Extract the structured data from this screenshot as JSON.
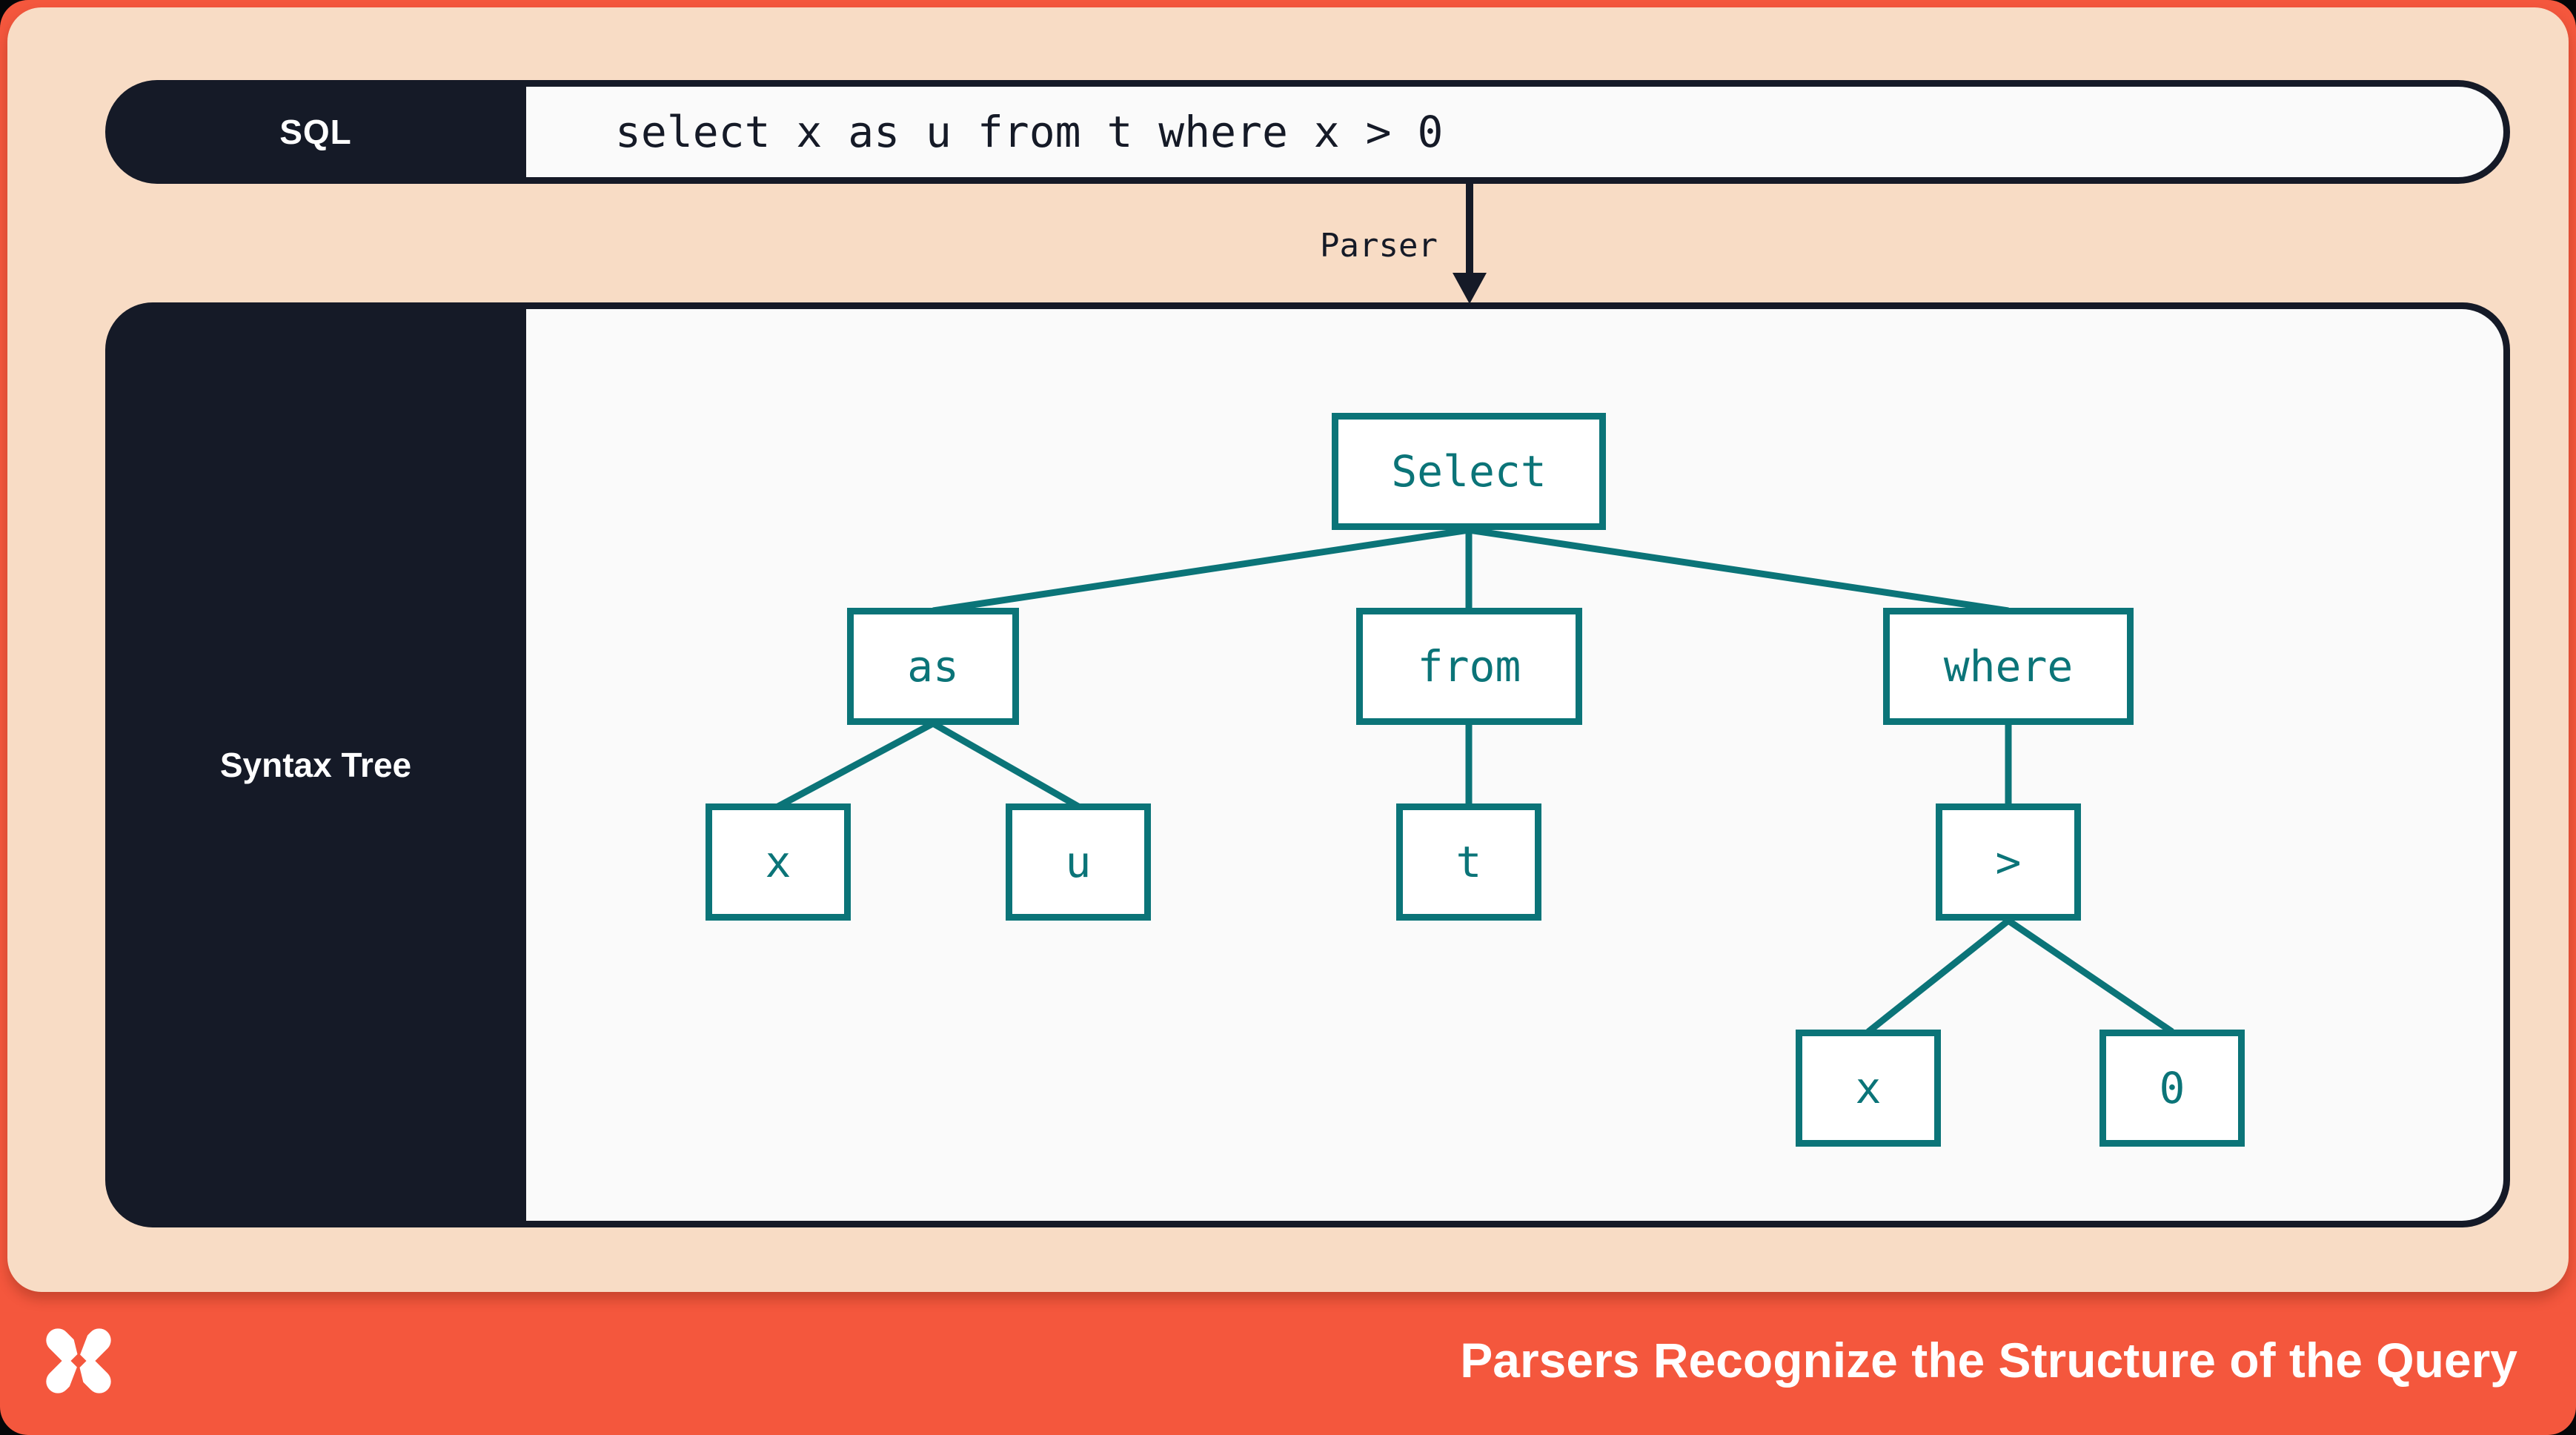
{
  "sql_bar": {
    "label": "SQL",
    "code": "select x as u from t where x > 0"
  },
  "parser": {
    "label": "Parser",
    "arrow_icon": "down-arrow-icon"
  },
  "syntax_tree": {
    "label": "Syntax Tree",
    "nodes": [
      {
        "id": "select",
        "label": "Select"
      },
      {
        "id": "as",
        "label": "as"
      },
      {
        "id": "from",
        "label": "from"
      },
      {
        "id": "where",
        "label": "where"
      },
      {
        "id": "x1",
        "label": "x"
      },
      {
        "id": "u",
        "label": "u"
      },
      {
        "id": "t",
        "label": "t"
      },
      {
        "id": "gt",
        "label": ">"
      },
      {
        "id": "x2",
        "label": "x"
      },
      {
        "id": "zero",
        "label": "0"
      }
    ],
    "edges": [
      [
        "select",
        "as"
      ],
      [
        "select",
        "from"
      ],
      [
        "select",
        "where"
      ],
      [
        "as",
        "x1"
      ],
      [
        "as",
        "u"
      ],
      [
        "from",
        "t"
      ],
      [
        "where",
        "gt"
      ],
      [
        "gt",
        "x2"
      ],
      [
        "gt",
        "zero"
      ]
    ]
  },
  "footer": {
    "title": "Parsers Recognize the Structure of the Query",
    "logo": "dbt-logo"
  },
  "colors": {
    "coral": "#f4573d",
    "peach": "#f8dcc5",
    "navy": "#151a27",
    "teal": "#0b7478",
    "content_bg": "#fafafa"
  }
}
